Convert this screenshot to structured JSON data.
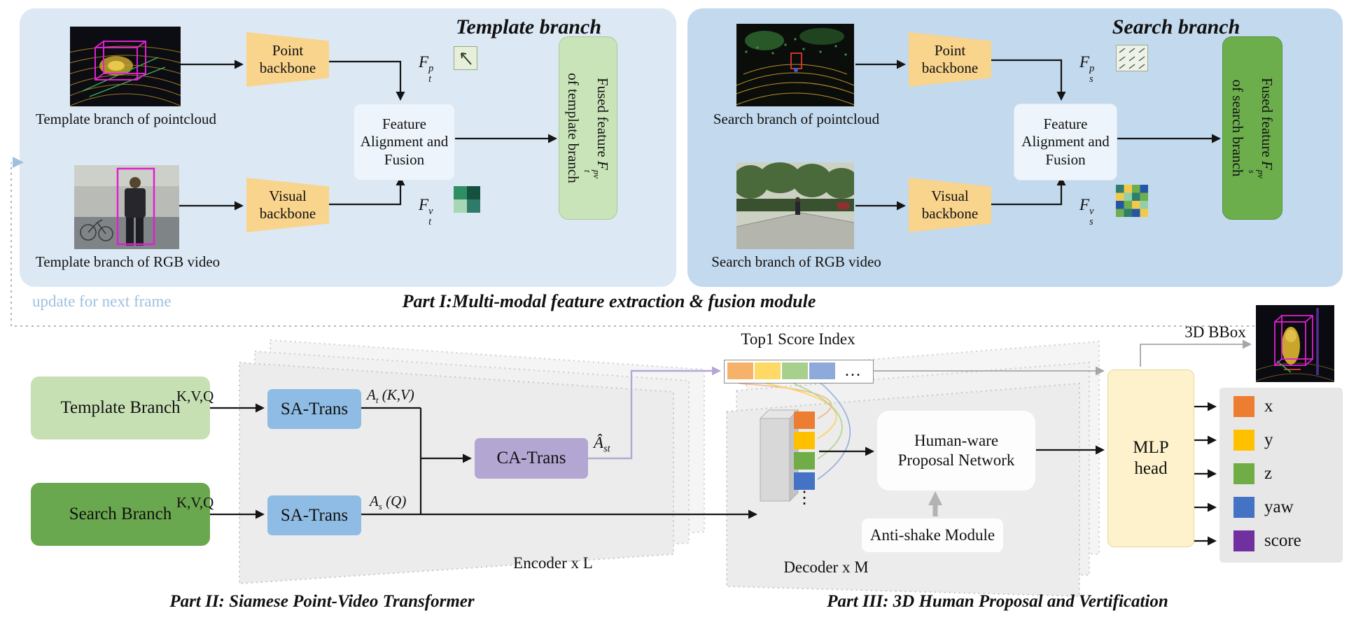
{
  "part1": {
    "caption": "Part I:Multi-modal feature extraction & fusion module",
    "update_note": "update for next frame",
    "template": {
      "title": "Template branch",
      "pointcloud_label": "Template branch of pointcloud",
      "rgb_label": "Template branch of RGB video",
      "point_backbone": "Point backbone",
      "visual_backbone": "Visual backbone",
      "fusion": "Feature Alignment and Fusion",
      "feat_point": {
        "base": "F",
        "sub": "t",
        "sup": "p"
      },
      "feat_visual": {
        "base": "F",
        "sub": "t",
        "sup": "v"
      },
      "fused_line1": {
        "pre": "Fused feature ",
        "base": "F",
        "sub": "t",
        "sup": "pv"
      },
      "fused_line2": "of template branch"
    },
    "search": {
      "title": "Search branch",
      "pointcloud_label": "Search branch of pointcloud",
      "rgb_label": "Search branch of RGB video",
      "point_backbone": "Point backbone",
      "visual_backbone": "Visual backbone",
      "fusion": "Feature Alignment and Fusion",
      "feat_point": {
        "base": "F",
        "sub": "s",
        "sup": "p"
      },
      "feat_visual": {
        "base": "F",
        "sub": "s",
        "sup": "v"
      },
      "fused_line1": {
        "pre": "Fused feature ",
        "base": "F",
        "sub": "s",
        "sup": "pv"
      },
      "fused_line2": "of search branch"
    }
  },
  "part2": {
    "caption": "Part II: Siamese Point-Video Transformer",
    "template_branch": "Template Branch",
    "search_branch": "Search Branch",
    "kvq_top": "K,V,Q",
    "kvq_bottom": "K,V,Q",
    "sa_trans_top": "SA-Trans",
    "sa_trans_bottom": "SA-Trans",
    "ca_trans": "CA-Trans",
    "a_t": {
      "base": "A",
      "sub": "t",
      "post": " (K,V)"
    },
    "a_s": {
      "base": "A",
      "sub": "s",
      "post": " (Q)"
    },
    "a_st": {
      "base": "Â",
      "sub": "st"
    },
    "encoder_label": "Encoder x L"
  },
  "part3": {
    "caption": "Part III: 3D Human Proposal and Vertification",
    "top1_label": "Top1 Score Index",
    "top1_dots": "…",
    "top1_colors": [
      "#f6b26b",
      "#ffd966",
      "#a8d08d",
      "#8eaadb"
    ],
    "stack_colors": [
      "#ed7d31",
      "#ffc000",
      "#70ad47",
      "#4472c4"
    ],
    "stack_dots": "⋮",
    "decoder_label": "Decoder x M",
    "hpn_label": "Human-ware Proposal Network",
    "anti_shake_label": "Anti-shake Module",
    "mlp_label": "MLP head",
    "bbox_label": "3D BBox",
    "legend": [
      {
        "label": "x",
        "color": "#ed7d31"
      },
      {
        "label": "y",
        "color": "#ffc000"
      },
      {
        "label": "z",
        "color": "#70ad47"
      },
      {
        "label": "yaw",
        "color": "#4472c4"
      },
      {
        "label": "score",
        "color": "#7030a0"
      }
    ]
  }
}
